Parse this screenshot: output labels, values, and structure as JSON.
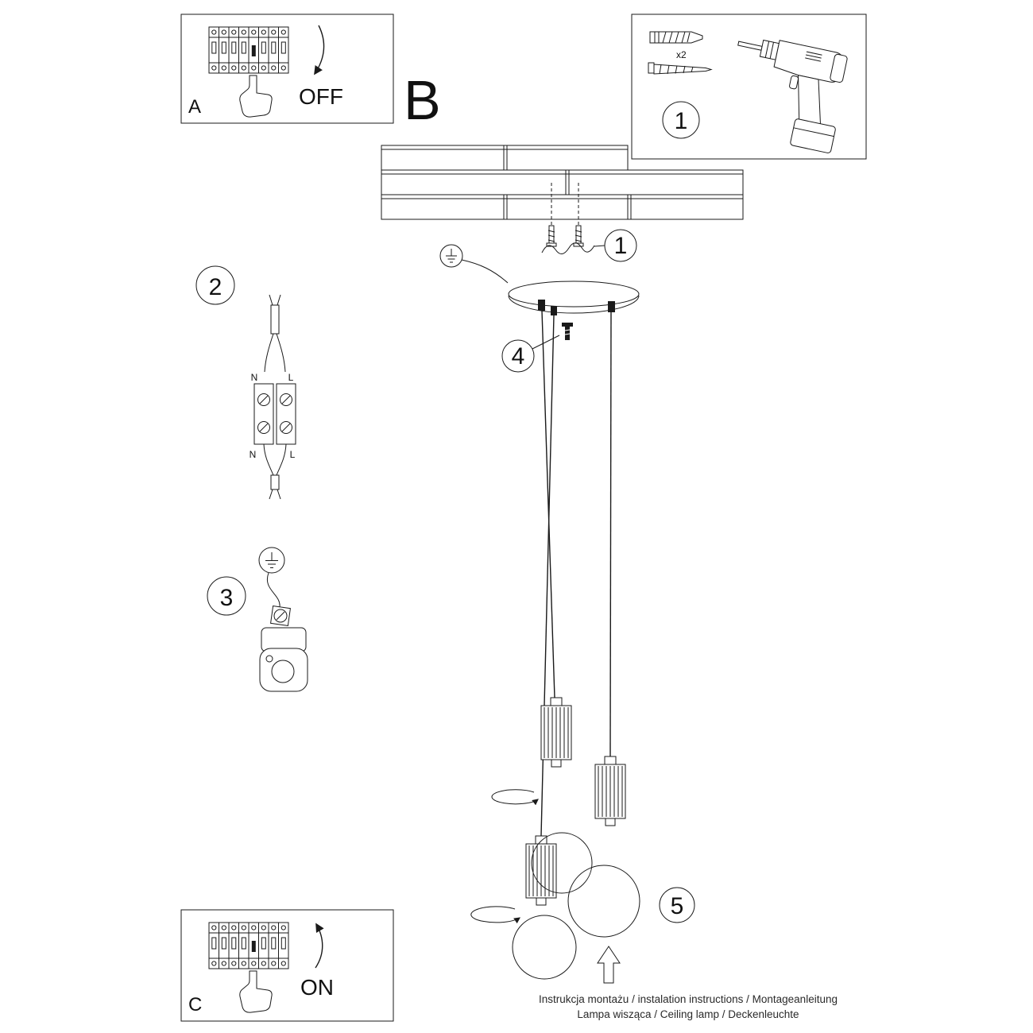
{
  "panel_a": {
    "label": "A",
    "switch_state": "OFF"
  },
  "panel_c": {
    "label": "C",
    "switch_state": "ON"
  },
  "section_b": {
    "label": "B"
  },
  "tools": {
    "step_badge": "1",
    "screw_count": "x2"
  },
  "callouts": {
    "bracket": "1",
    "wiring": "2",
    "ground": "3",
    "screw": "4",
    "bulb": "5"
  },
  "wiring": {
    "n_top": "N",
    "l_top": "L",
    "n_bottom": "N",
    "l_bottom": "L"
  },
  "footer": {
    "line1": "Instrukcja montażu / instalation instructions / Montageanleitung",
    "line2": "Lampa wisząca / Ceiling lamp / Deckenleuchte"
  },
  "colors": {
    "line": "#1a1a1a",
    "background": "#ffffff"
  }
}
